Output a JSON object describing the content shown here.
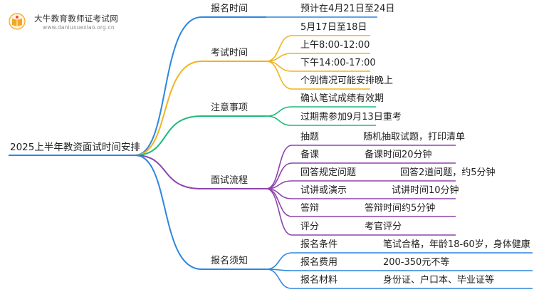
{
  "logo": {
    "title": "大牛教育教师证考试网",
    "url": "www.daniuxuexiao.org.cn",
    "colors": {
      "primary": "#f5a623",
      "accent": "#e94e3c"
    }
  },
  "root": {
    "label": "2025上半年教资面试时间安排"
  },
  "colors": {
    "branch1": "#2e86de",
    "branch2": "#f0b41e",
    "branch3": "#1fba7a",
    "branch4": "#8e44ad",
    "branch5": "#2e86de",
    "root_line": "#2e86de"
  },
  "branches": [
    {
      "label": "报名时间",
      "children": [
        {
          "label": "预计在4月21日至24日"
        }
      ]
    },
    {
      "label": "考试时间",
      "children": [
        {
          "label": "5月17日至18日"
        },
        {
          "label": "上午8:00-12:00"
        },
        {
          "label": "下午14:00-17:00"
        },
        {
          "label": "个别情况可能安排晚上"
        }
      ]
    },
    {
      "label": "注意事项",
      "children": [
        {
          "label": "确认笔试成绩有效期"
        },
        {
          "label": "过期需参加9月13日重考"
        }
      ]
    },
    {
      "label": "面试流程",
      "children": [
        {
          "label": "抽题",
          "detail": "随机抽取试题，打印清单"
        },
        {
          "label": "备课",
          "detail": "备课时间20分钟"
        },
        {
          "label": "回答规定问题",
          "detail": "回答2道问题，约5分钟"
        },
        {
          "label": "试讲或演示",
          "detail": "试讲时间10分钟"
        },
        {
          "label": "答辩",
          "detail": "答辩时间约5分钟"
        },
        {
          "label": "评分",
          "detail": "考官评分"
        }
      ]
    },
    {
      "label": "报名须知",
      "children": [
        {
          "label": "报名条件",
          "detail": "笔试合格，年龄18-60岁，身体健康"
        },
        {
          "label": "报名费用",
          "detail": "200-350元不等"
        },
        {
          "label": "报名材料",
          "detail": "身份证、户口本、毕业证等"
        }
      ]
    }
  ]
}
